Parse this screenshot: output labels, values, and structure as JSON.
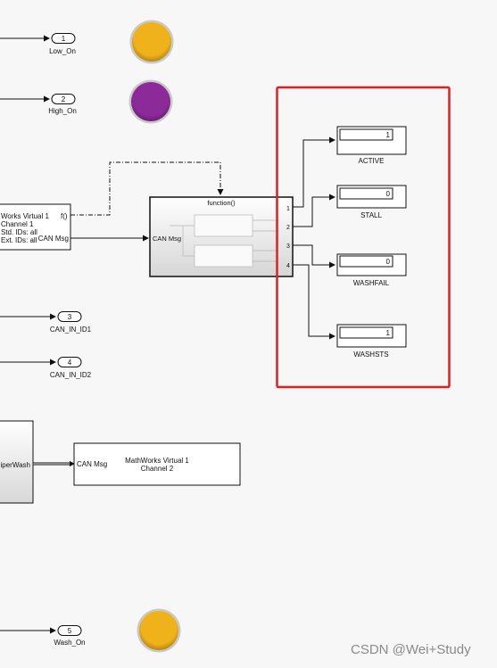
{
  "outports": [
    {
      "number": "1",
      "label": "Low_On"
    },
    {
      "number": "2",
      "label": "High_On"
    },
    {
      "number": "3",
      "label": "CAN_IN_ID1"
    },
    {
      "number": "4",
      "label": "CAN_IN_ID2"
    },
    {
      "number": "5",
      "label": "Wash_On"
    }
  ],
  "lamps": [
    {
      "color": "#f0b21a"
    },
    {
      "color": "#8c2a9a"
    },
    {
      "color": "#f0b21a"
    }
  ],
  "can_receive": {
    "lines": [
      "Works Virtual 1",
      "Channel 1",
      "Std. IDs: all",
      "Ext. IDs: all"
    ],
    "fcall_label": "f()",
    "out_label": "CAN Msg"
  },
  "subsystem": {
    "title": "function()",
    "in_label": "CAN Msg",
    "ports": [
      "1",
      "2",
      "3",
      "4"
    ]
  },
  "displays": [
    {
      "value": "1",
      "label": "ACTIVE"
    },
    {
      "value": "0",
      "label": "STALL"
    },
    {
      "value": "0",
      "label": "WASHFAIL"
    },
    {
      "value": "1",
      "label": "WASHSTS"
    }
  ],
  "wiper_block": {
    "label": "iperWash"
  },
  "can_transmit": {
    "in_label": "CAN Msg",
    "lines": [
      "MathWorks Virtual 1",
      "Channel 2"
    ]
  },
  "watermark": "CSDN @Wei+Study",
  "colors": {
    "highlight": "#e02020",
    "line": "#111111"
  }
}
